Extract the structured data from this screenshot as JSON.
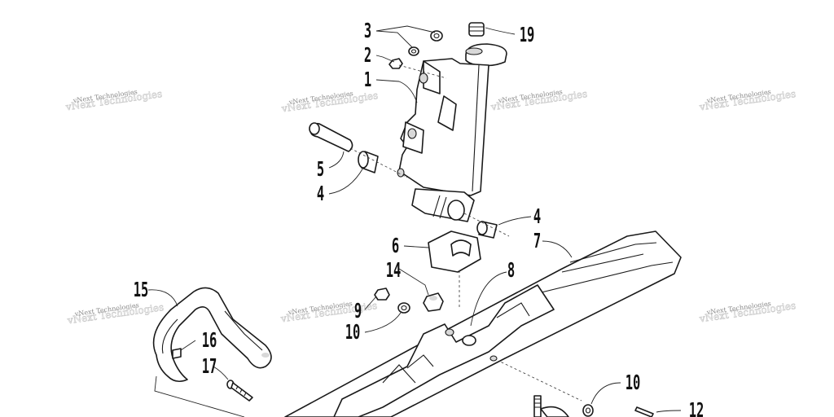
{
  "watermark": "vNext Technologies",
  "callouts": {
    "c1": "1",
    "c2": "2",
    "c3": "3",
    "c4a": "4",
    "c4b": "4",
    "c5": "5",
    "c6": "6",
    "c7": "7",
    "c8": "8",
    "c9": "9",
    "c10a": "10",
    "c10b": "10",
    "c12": "12",
    "c14": "14",
    "c15": "15",
    "c16": "16",
    "c17": "17",
    "c19": "19"
  }
}
